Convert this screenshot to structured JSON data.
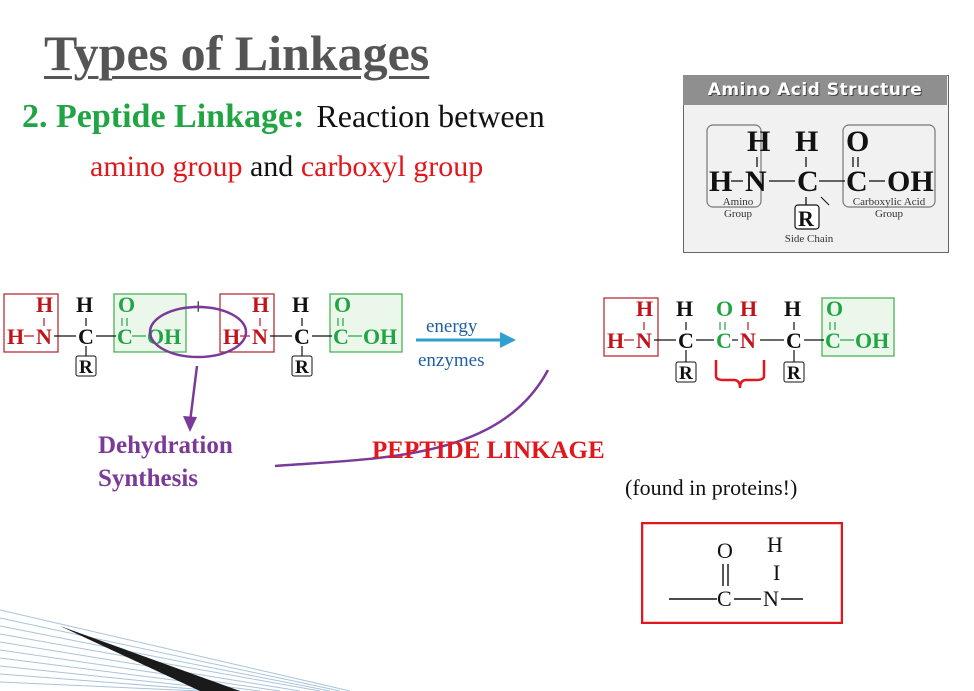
{
  "slide": {
    "title": "Types of Linkages",
    "subtitle_bold": "2. Peptide Linkage:",
    "subtitle_rest": "Reaction between",
    "line2_part1": "amino group",
    "line2_part2": "and",
    "line2_part3": "carboxyl group"
  },
  "amino_acid_panel": {
    "header": "Amino Acid Structure",
    "atoms": {
      "h": "H",
      "n": "N",
      "c": "C",
      "o": "O",
      "oh": "OH",
      "r": "R"
    },
    "amino_group_label_1": "Amino",
    "amino_group_label_2": "Group",
    "carboxyl_label_1": "Carboxylic Acid",
    "carboxyl_label_2": "Group",
    "side_chain_label": "Side Chain"
  },
  "reaction": {
    "plus": "+",
    "arrow_top": "energy",
    "arrow_bottom": "enzymes",
    "atoms": {
      "h": "H",
      "n": "N",
      "c": "C",
      "o": "O",
      "oh": "OH",
      "r": "R"
    }
  },
  "labels": {
    "dehydration_1": "Dehydration",
    "dehydration_2": "Synthesis",
    "peptide_linkage": "PEPTIDE LINKAGE",
    "found_in": "(found in proteins!)"
  },
  "linkage_box": {
    "o": "O",
    "h": "H",
    "bar": "I",
    "c": "C",
    "n": "N"
  },
  "colors": {
    "amino_red": "#c0141a",
    "carboxyl_green": "#21a544",
    "highlight_purple": "#7b3a98",
    "arrow_blue": "#2e9fd0",
    "title_gray": "#555555"
  }
}
